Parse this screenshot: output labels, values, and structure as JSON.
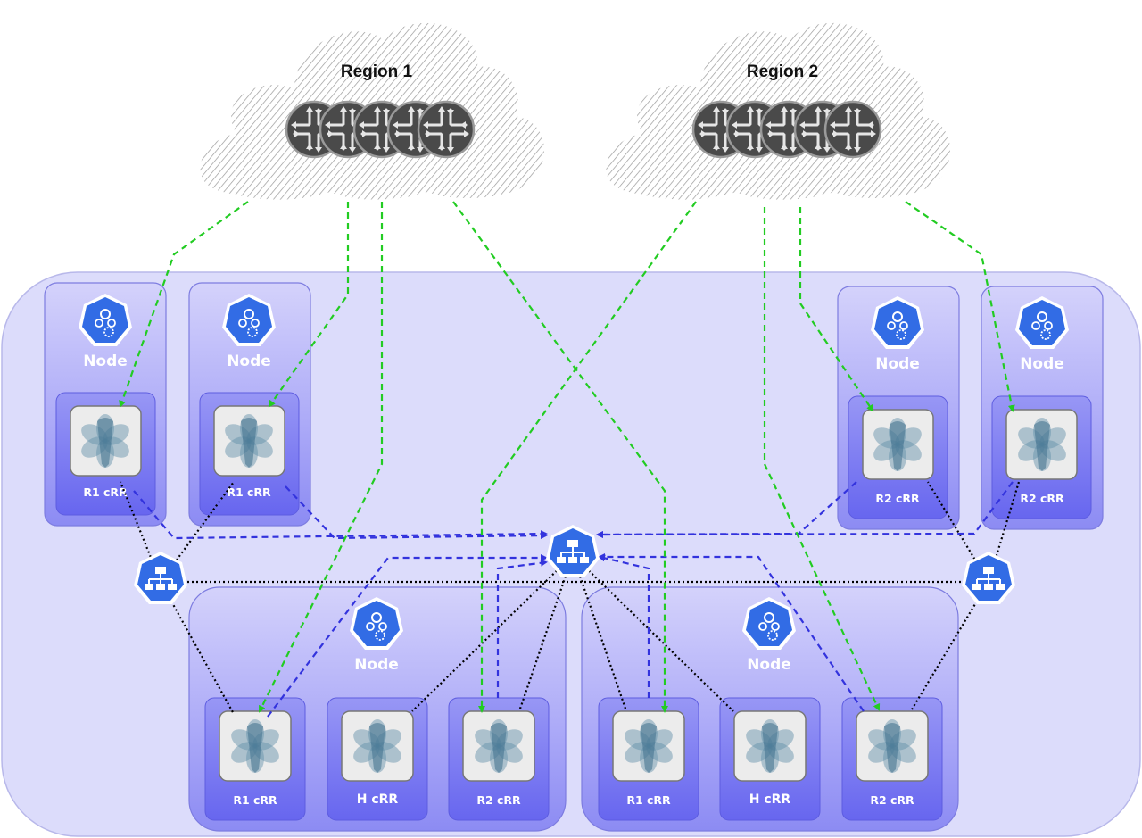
{
  "regions": [
    {
      "title": "Region 1",
      "router_count": 5
    },
    {
      "title": "Region 2",
      "router_count": 5
    }
  ],
  "worker_nodes": [
    {
      "label": "Node",
      "pods": [
        "R1 cRR"
      ]
    },
    {
      "label": "Node",
      "pods": [
        "R1 cRR"
      ]
    },
    {
      "label": "Node",
      "pods": [
        "R2 cRR"
      ]
    },
    {
      "label": "Node",
      "pods": [
        "R2 cRR"
      ]
    },
    {
      "label": "Node",
      "pods": [
        "R1 cRR",
        "H cRR",
        "R2 cRR"
      ]
    },
    {
      "label": "Node",
      "pods": [
        "R1 cRR",
        "H cRR",
        "R2 cRR"
      ]
    }
  ],
  "icons": {
    "router": "router-icon",
    "kubernetes_node": "kubernetes-node-icon",
    "pod": "pod-flower-icon",
    "load_balancer": "load-balancer-icon"
  },
  "colors": {
    "cluster_fill": "#dcdcfb",
    "node_top": "#d2d0fa",
    "node_bottom": "#8f8ef4",
    "pod_fill": "#6f6ef0",
    "k8s_blue": "#326ce5",
    "router_gray": "#4a4a4a",
    "bgp_line": "#22cc22",
    "lb_line": "#3333dd",
    "link_line": "#000000"
  }
}
